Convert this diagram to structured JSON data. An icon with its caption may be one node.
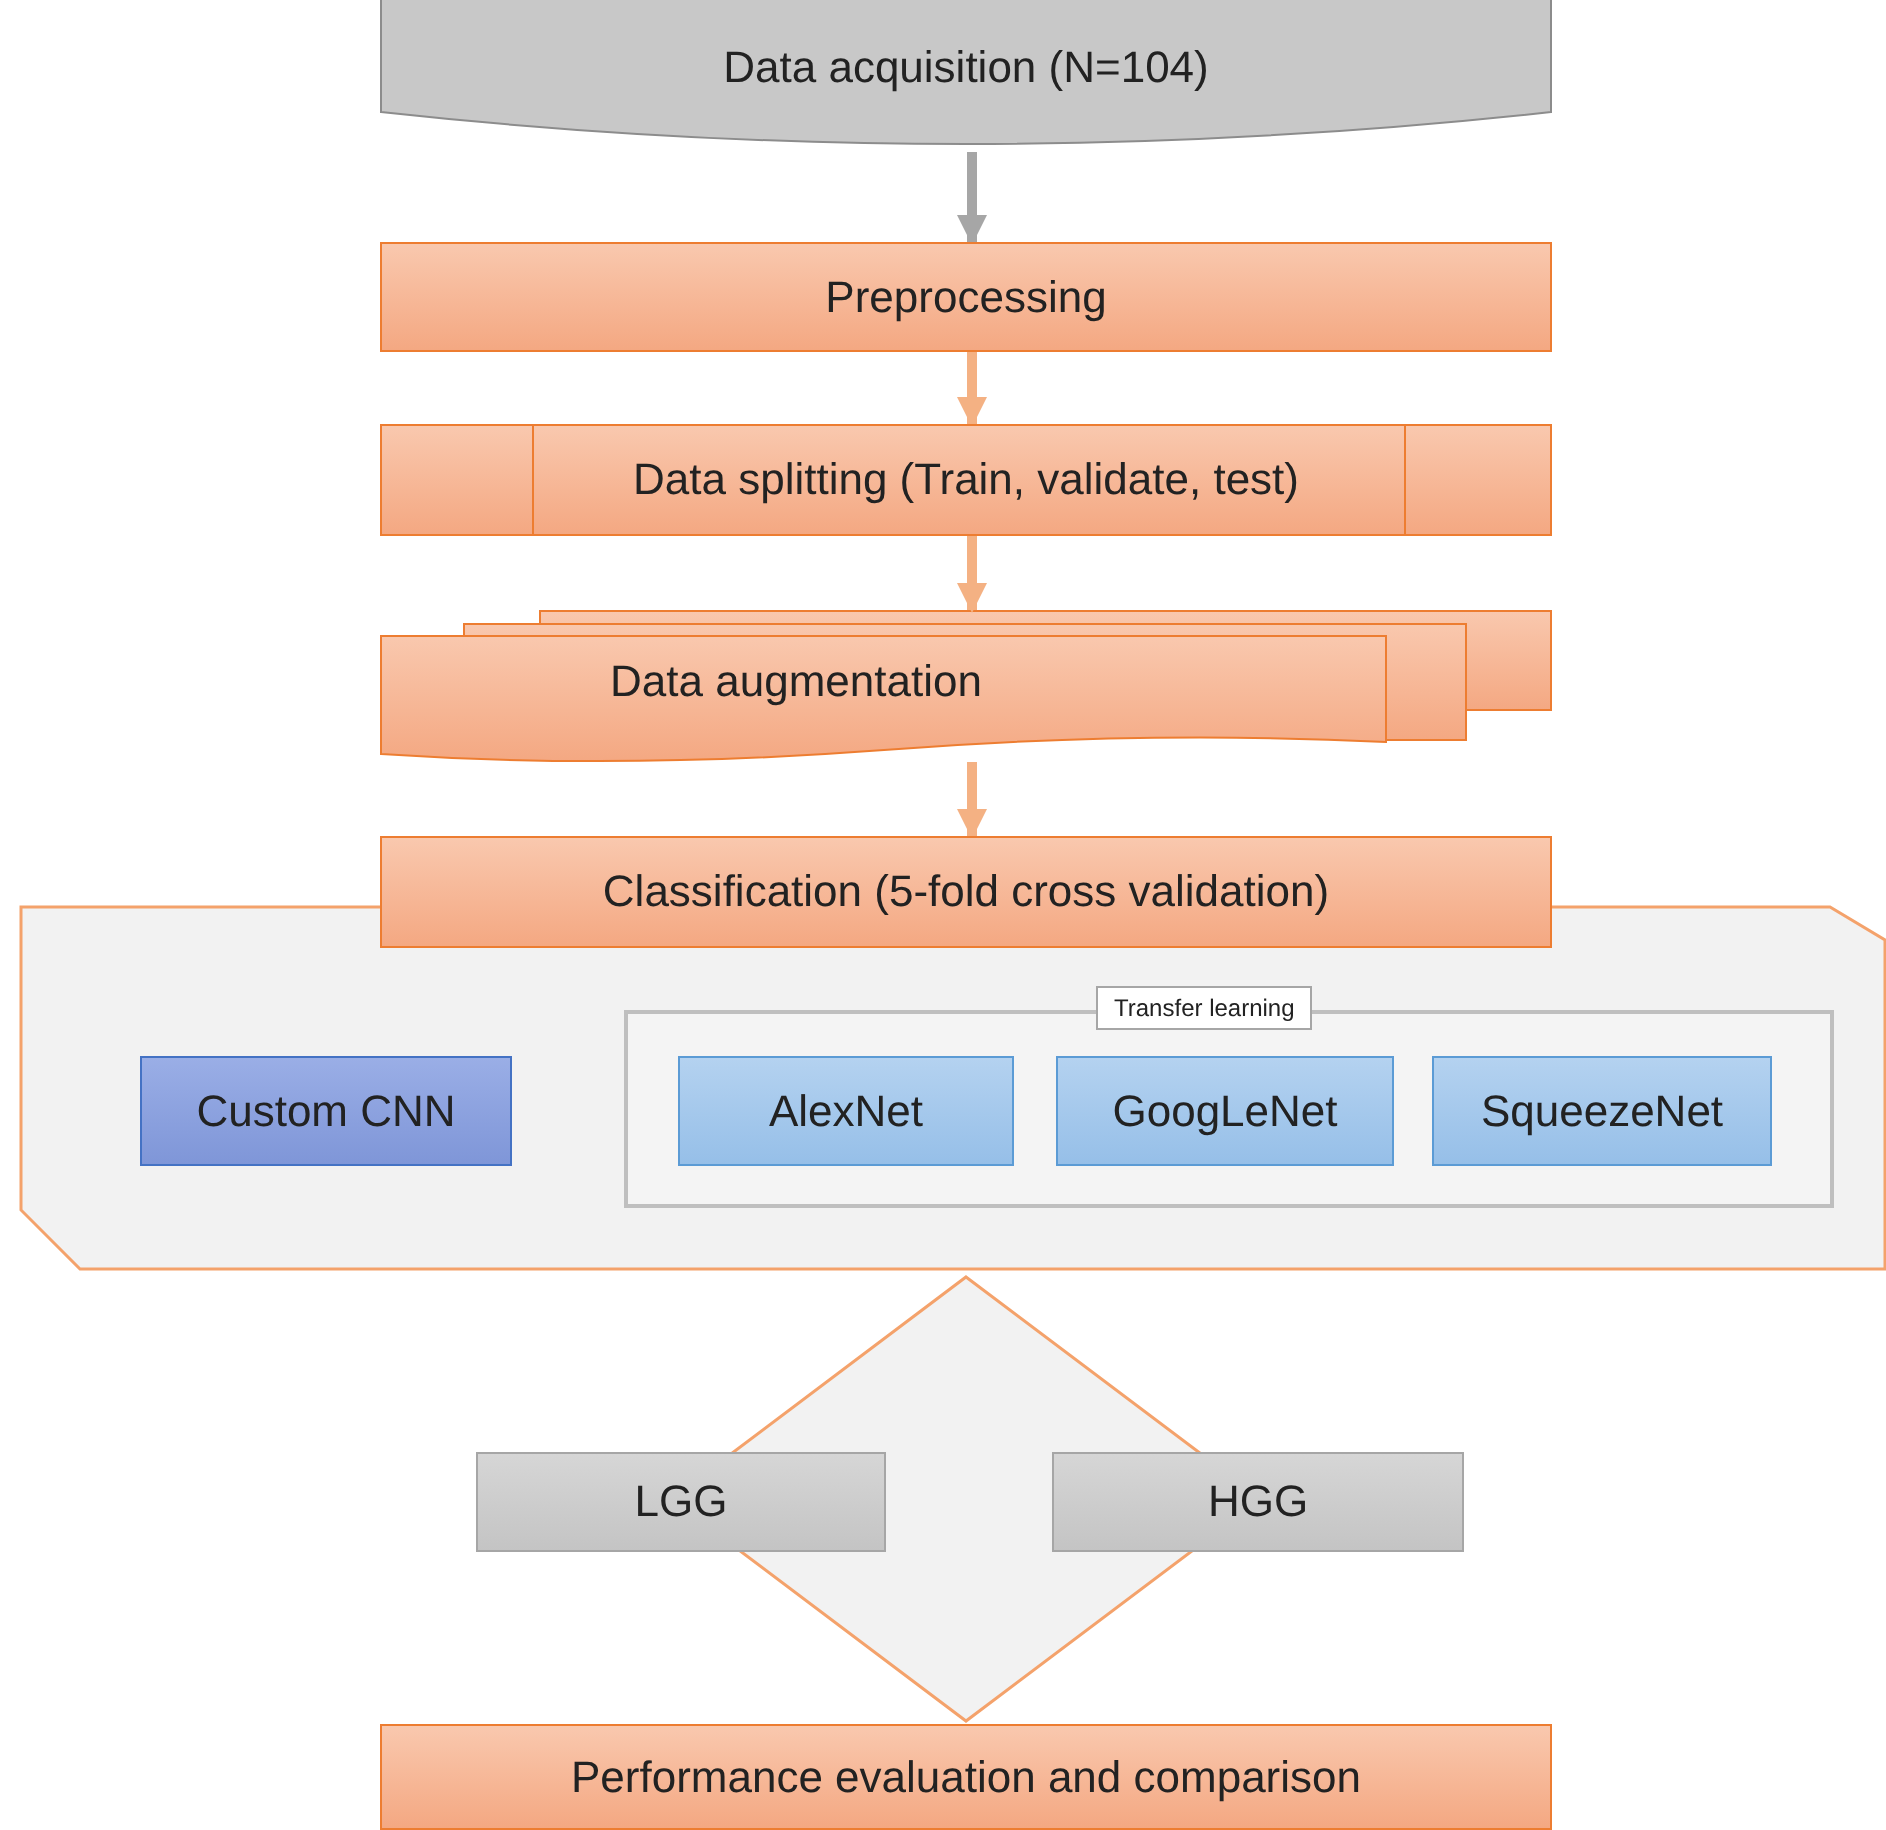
{
  "diagram": {
    "nodes": [
      {
        "text": [
          "Data acquisition (N=104)"
        ]
      },
      {
        "text": [
          "Preprocessing"
        ]
      },
      {
        "text": [
          "Data splitting (Train, validate, test)"
        ]
      },
      {
        "text": [
          "Data augmentation"
        ]
      },
      {
        "text": [
          "Classification (5-fold cross validation)"
        ]
      },
      {
        "text": [],
        "shape": "box"
      },
      {
        "text": [
          "Transfer learning"
        ],
        "in": 5
      },
      {
        "text": [
          "Custom CNN"
        ],
        "in": 5
      },
      {
        "text": [
          "AlexNet"
        ],
        "in": 6
      },
      {
        "text": [
          "GoogLeNet"
        ],
        "in": 6
      },
      {
        "text": [
          "SqueezeNet"
        ],
        "in": 6
      },
      {
        "text": [],
        "shape": "diamond"
      },
      {
        "text": [
          "LGG"
        ]
      },
      {
        "text": [
          "HGG"
        ]
      },
      {
        "text": [
          "Performance evaluation and comparison"
        ]
      }
    ],
    "edges": [
      {
        "from": 0,
        "to": 1,
        "arrow": "to",
        "color": "#a6a6a6"
      },
      {
        "from": 1,
        "to": 2,
        "arrow": "to"
      },
      {
        "from": 2,
        "to": 3,
        "arrow": "to"
      },
      {
        "from": 3,
        "to": 4,
        "arrow": "to"
      }
    ]
  }
}
